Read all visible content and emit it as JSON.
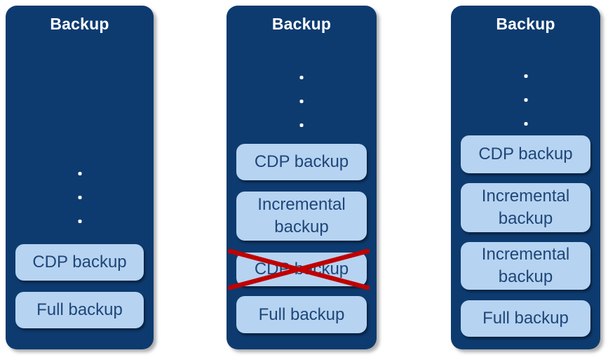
{
  "diagram": {
    "description": "Backup chain comparison diagram with three columns",
    "colors": {
      "panel_background": "#0d3b70",
      "item_background": "#b6d3f1",
      "item_text": "#1e4678",
      "title_text": "#ffffff",
      "cross_out_red": "#c00000",
      "page_background": "#ffffff"
    },
    "panels": [
      {
        "title": "Backup",
        "ellipsis_dots": 3,
        "items": [
          {
            "label": "CDP backup",
            "crossed_out": false
          },
          {
            "label": "Full backup",
            "crossed_out": false
          }
        ]
      },
      {
        "title": "Backup",
        "ellipsis_dots": 3,
        "items": [
          {
            "label": "CDP backup",
            "crossed_out": false
          },
          {
            "label": "Incremental backup",
            "crossed_out": false
          },
          {
            "label": "CDP backup",
            "crossed_out": true
          },
          {
            "label": "Full backup",
            "crossed_out": false
          }
        ]
      },
      {
        "title": "Backup",
        "ellipsis_dots": 3,
        "items": [
          {
            "label": "CDP backup",
            "crossed_out": false
          },
          {
            "label": "Incremental backup",
            "crossed_out": false
          },
          {
            "label": "Incremental backup",
            "crossed_out": false
          },
          {
            "label": "Full backup",
            "crossed_out": false
          }
        ]
      }
    ]
  }
}
